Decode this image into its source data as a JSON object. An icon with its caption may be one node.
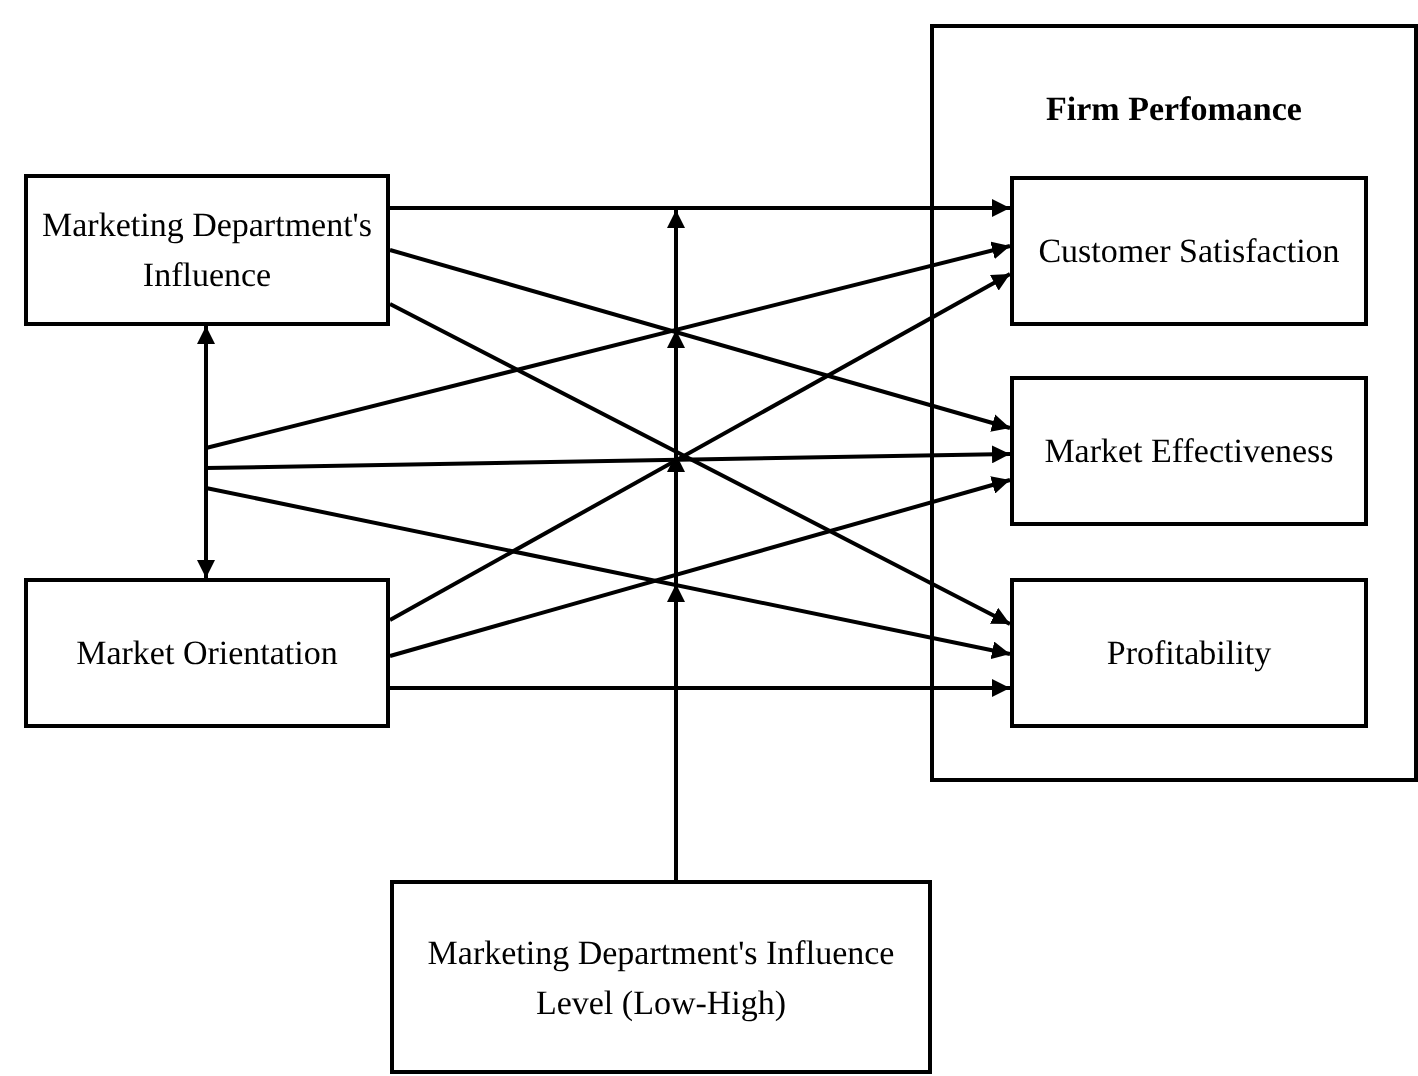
{
  "diagram": {
    "nodes": [
      {
        "text": [
          "Firm Perfomance"
        ]
      },
      {
        "text": [
          "Customer Satisfaction"
        ],
        "in": 0
      },
      {
        "text": [
          "Market Effectiveness"
        ],
        "in": 0
      },
      {
        "text": [
          "Profitability"
        ],
        "in": 0
      },
      {
        "text": [
          "Marketing Department's Influence"
        ]
      },
      {
        "text": [
          "Market Orientation"
        ]
      },
      {
        "text": [
          "Marketing Department's Influence Level (Low-High)"
        ]
      }
    ],
    "edges": [
      {
        "from": 4,
        "to": 1,
        "arrow": "to"
      },
      {
        "from": 4,
        "to": 2,
        "arrow": "to"
      },
      {
        "from": 4,
        "to": 3,
        "arrow": "to"
      },
      {
        "from": 5,
        "to": 1,
        "arrow": "to"
      },
      {
        "from": 5,
        "to": 2,
        "arrow": "to"
      },
      {
        "from": 5,
        "to": 3,
        "arrow": "to"
      },
      {
        "from": 4,
        "to": 5,
        "arrow": "both"
      },
      {
        "from": null,
        "to": 1,
        "arrow": "to"
      },
      {
        "from": null,
        "to": 2,
        "arrow": "to"
      },
      {
        "from": null,
        "to": 3,
        "arrow": "to"
      },
      {
        "from": 6,
        "to": null,
        "arrow": "to"
      }
    ]
  }
}
